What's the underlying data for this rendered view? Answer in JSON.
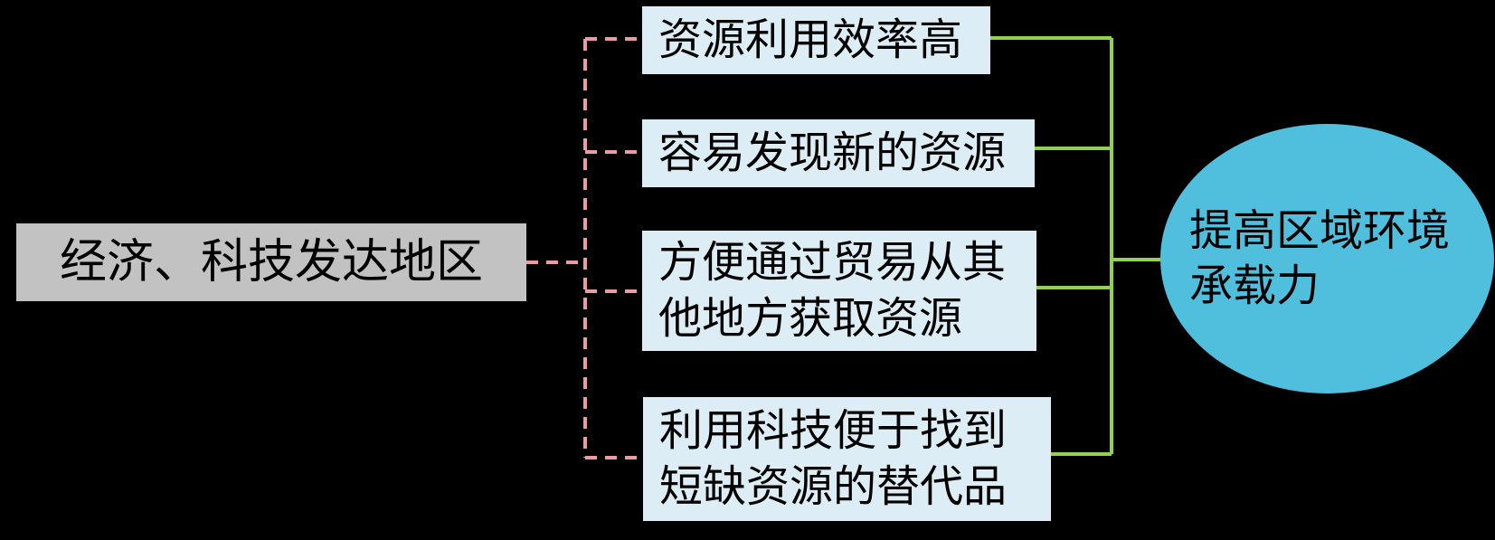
{
  "colors": {
    "background": "#000000",
    "root_box_fill": "#c2c2c2",
    "factor_box_fill": "#ddedf5",
    "ellipse_fill": "#4fbfdd",
    "pink_connector": "#ec9ba3",
    "green_connector": "#92d04f",
    "text": "#000000"
  },
  "diagram": {
    "root": {
      "label": "经济、科技发达地区"
    },
    "factors": [
      {
        "lines": [
          "资源利用效率高"
        ]
      },
      {
        "lines": [
          "容易发现新的资源"
        ]
      },
      {
        "lines": [
          "方便通过贸易从其",
          "他地方获取资源"
        ]
      },
      {
        "lines": [
          "利用科技便于找到",
          "短缺资源的替代品"
        ]
      }
    ],
    "outcome": {
      "lines": [
        "提高区域环境",
        "承载力"
      ]
    }
  }
}
